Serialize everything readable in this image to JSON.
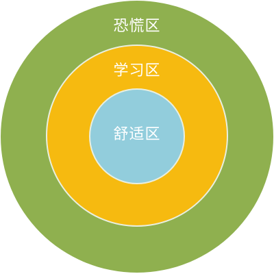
{
  "diagram": {
    "zones": [
      {
        "label": "恐慌区",
        "color": "#8fb04f"
      },
      {
        "label": "学习区",
        "color": "#f6ba10"
      },
      {
        "label": "舒适区",
        "color": "#92cddc"
      }
    ],
    "ring_border_color": "#e9efe0"
  }
}
